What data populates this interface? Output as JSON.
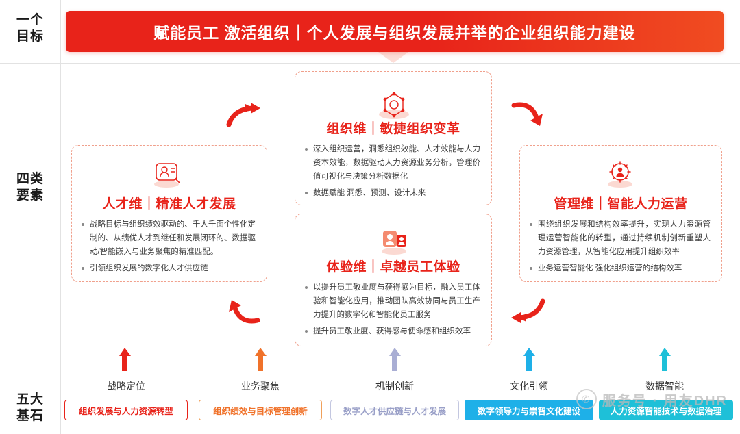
{
  "rows": {
    "goal_label": "一个\n目标",
    "elements_label": "四类\n要素",
    "foundation_label": "五大\n基石"
  },
  "labels": {
    "goal_l1": "一个",
    "goal_l2": "目标",
    "elem_l1": "四类",
    "elem_l2": "要素",
    "found_l1": "五大",
    "found_l2": "基石"
  },
  "banner": {
    "text": "赋能员工 激活组织｜个人发展与组织发展并举的企业组织能力建设"
  },
  "cards": [
    {
      "id": "organization",
      "title": "组织维｜敏捷组织变革",
      "bullets": [
        "深入组织运营，洞悉组织效能、人才效能与人力资本效能，数据驱动人力资源业务分析，管理价值可视化与决策分析数据化",
        "数据赋能 洞悉、预测、设计未来"
      ]
    },
    {
      "id": "experience",
      "title": "体验维｜卓越员工体验",
      "bullets": [
        "以提升员工敬业度与获得感为目标，融入员工体验和智能化应用，推动团队高效协同与员工生产力提升的数字化和智能化员工服务",
        "提升员工敬业度、获得感与使命感和组织效率"
      ]
    },
    {
      "id": "talent",
      "title": "人才维｜精准人才发展",
      "bullets": [
        "战略目标与组织绩效驱动的、千人千面个性化定制的、从绩优人才到继任和发展闭环的、数据驱动/智能嵌入与业务聚焦的精准匹配。",
        "引领组织发展的数字化人才供应链"
      ]
    },
    {
      "id": "management",
      "title": "管理维｜智能人力运营",
      "bullets": [
        "围绕组织发展和结构效率提升，实现人力资源管理运营智能化的转型，通过持续机制创新重塑人力资源管理，从智能化应用提升组织效率",
        "业务运营智能化 强化组织运营的结构效率"
      ]
    }
  ],
  "icons": {
    "organization": "network-node-icon",
    "experience": "people-group-icon",
    "talent": "person-card-icon",
    "management": "gear-person-icon",
    "arrow_top_left": "double-arrow-right-icon",
    "arrow_top_right": "curve-arrow-down-right-icon",
    "arrow_bottom_left": "curve-arrow-up-left-icon",
    "arrow_bottom_right": "double-arrow-left-icon"
  },
  "foundations": [
    {
      "title": "战略定位",
      "pill": "组织发展与人力资源转型",
      "color": "#e8231a",
      "bg": "#ffffff",
      "border": "#e8231a",
      "arrow_color": "#e8231a"
    },
    {
      "title": "业务聚焦",
      "pill": "组织绩效与目标管理创新",
      "color": "#f0722a",
      "bg": "#ffffff",
      "border": "#f0a05a",
      "arrow_color": "#f0722a"
    },
    {
      "title": "机制创新",
      "pill": "数字人才供应链与人才发展",
      "color": "#9aa0c8",
      "bg": "#ffffff",
      "border": "#c3c7e0",
      "arrow_color": "#a9aed4"
    },
    {
      "title": "文化引领",
      "pill": "数字领导力与崇智文化建设",
      "color": "#ffffff",
      "bg": "#1eb0e8",
      "border": "#1eb0e8",
      "arrow_color": "#1eb0e8"
    },
    {
      "title": "数据智能",
      "pill": "人力资源智能技术与数据治理",
      "color": "#ffffff",
      "bg": "#1ec0d8",
      "border": "#1ec0d8",
      "arrow_color": "#1ec0d8"
    }
  ],
  "watermark": {
    "text": "服务号 · 用友DHR",
    "icon": "wechat-icon"
  }
}
